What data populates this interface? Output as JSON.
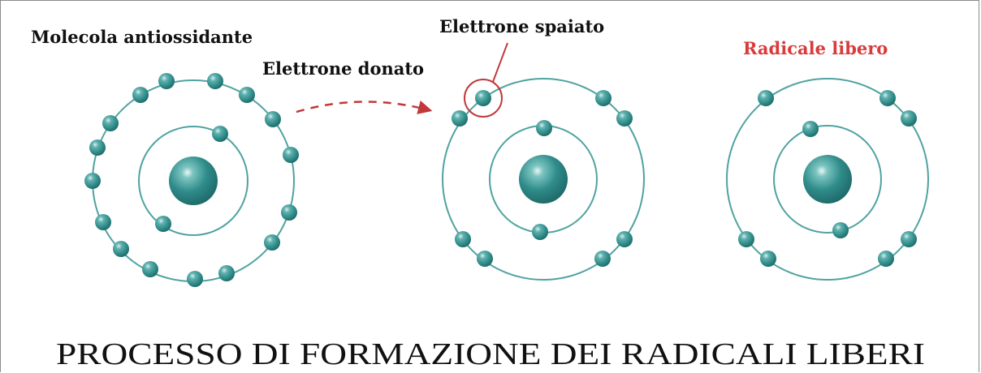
{
  "labels": {
    "antioxidant": "Molecola antiossidante",
    "donated": "Elettrone donato",
    "unpaired": "Elettrone spaiato",
    "free_radical": "Radicale libero"
  },
  "title": "PROCESSO DI FORMAZIONE DEI RADICALI LIBERI",
  "colors": {
    "electron": "#2f8c8a",
    "orbit": "#4fa3a0",
    "arrow": "#c0393b",
    "highlight_ring": "#c0393b",
    "free_radical_label": "#d93a3a",
    "text": "#111111"
  }
}
